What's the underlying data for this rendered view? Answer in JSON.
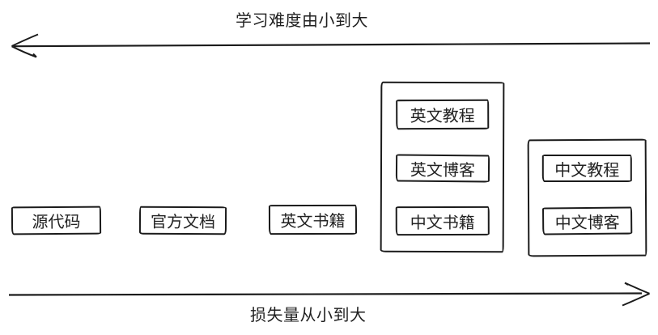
{
  "diagram": {
    "background": "#ffffff",
    "stroke_color": "#1b1b1b",
    "style": "hand-drawn sketch",
    "top_axis": {
      "label": "学习难度由小到大",
      "direction": "left"
    },
    "bottom_axis": {
      "label": "损失量从小到大",
      "direction": "right"
    },
    "standalone_boxes": [
      {
        "label": "源代码"
      },
      {
        "label": "官方文档"
      },
      {
        "label": "英文书籍"
      }
    ],
    "groups": [
      {
        "items": [
          {
            "label": "英文教程"
          },
          {
            "label": "英文博客"
          },
          {
            "label": "中文书籍"
          }
        ]
      },
      {
        "items": [
          {
            "label": "中文教程"
          },
          {
            "label": "中文博客"
          }
        ]
      }
    ]
  }
}
